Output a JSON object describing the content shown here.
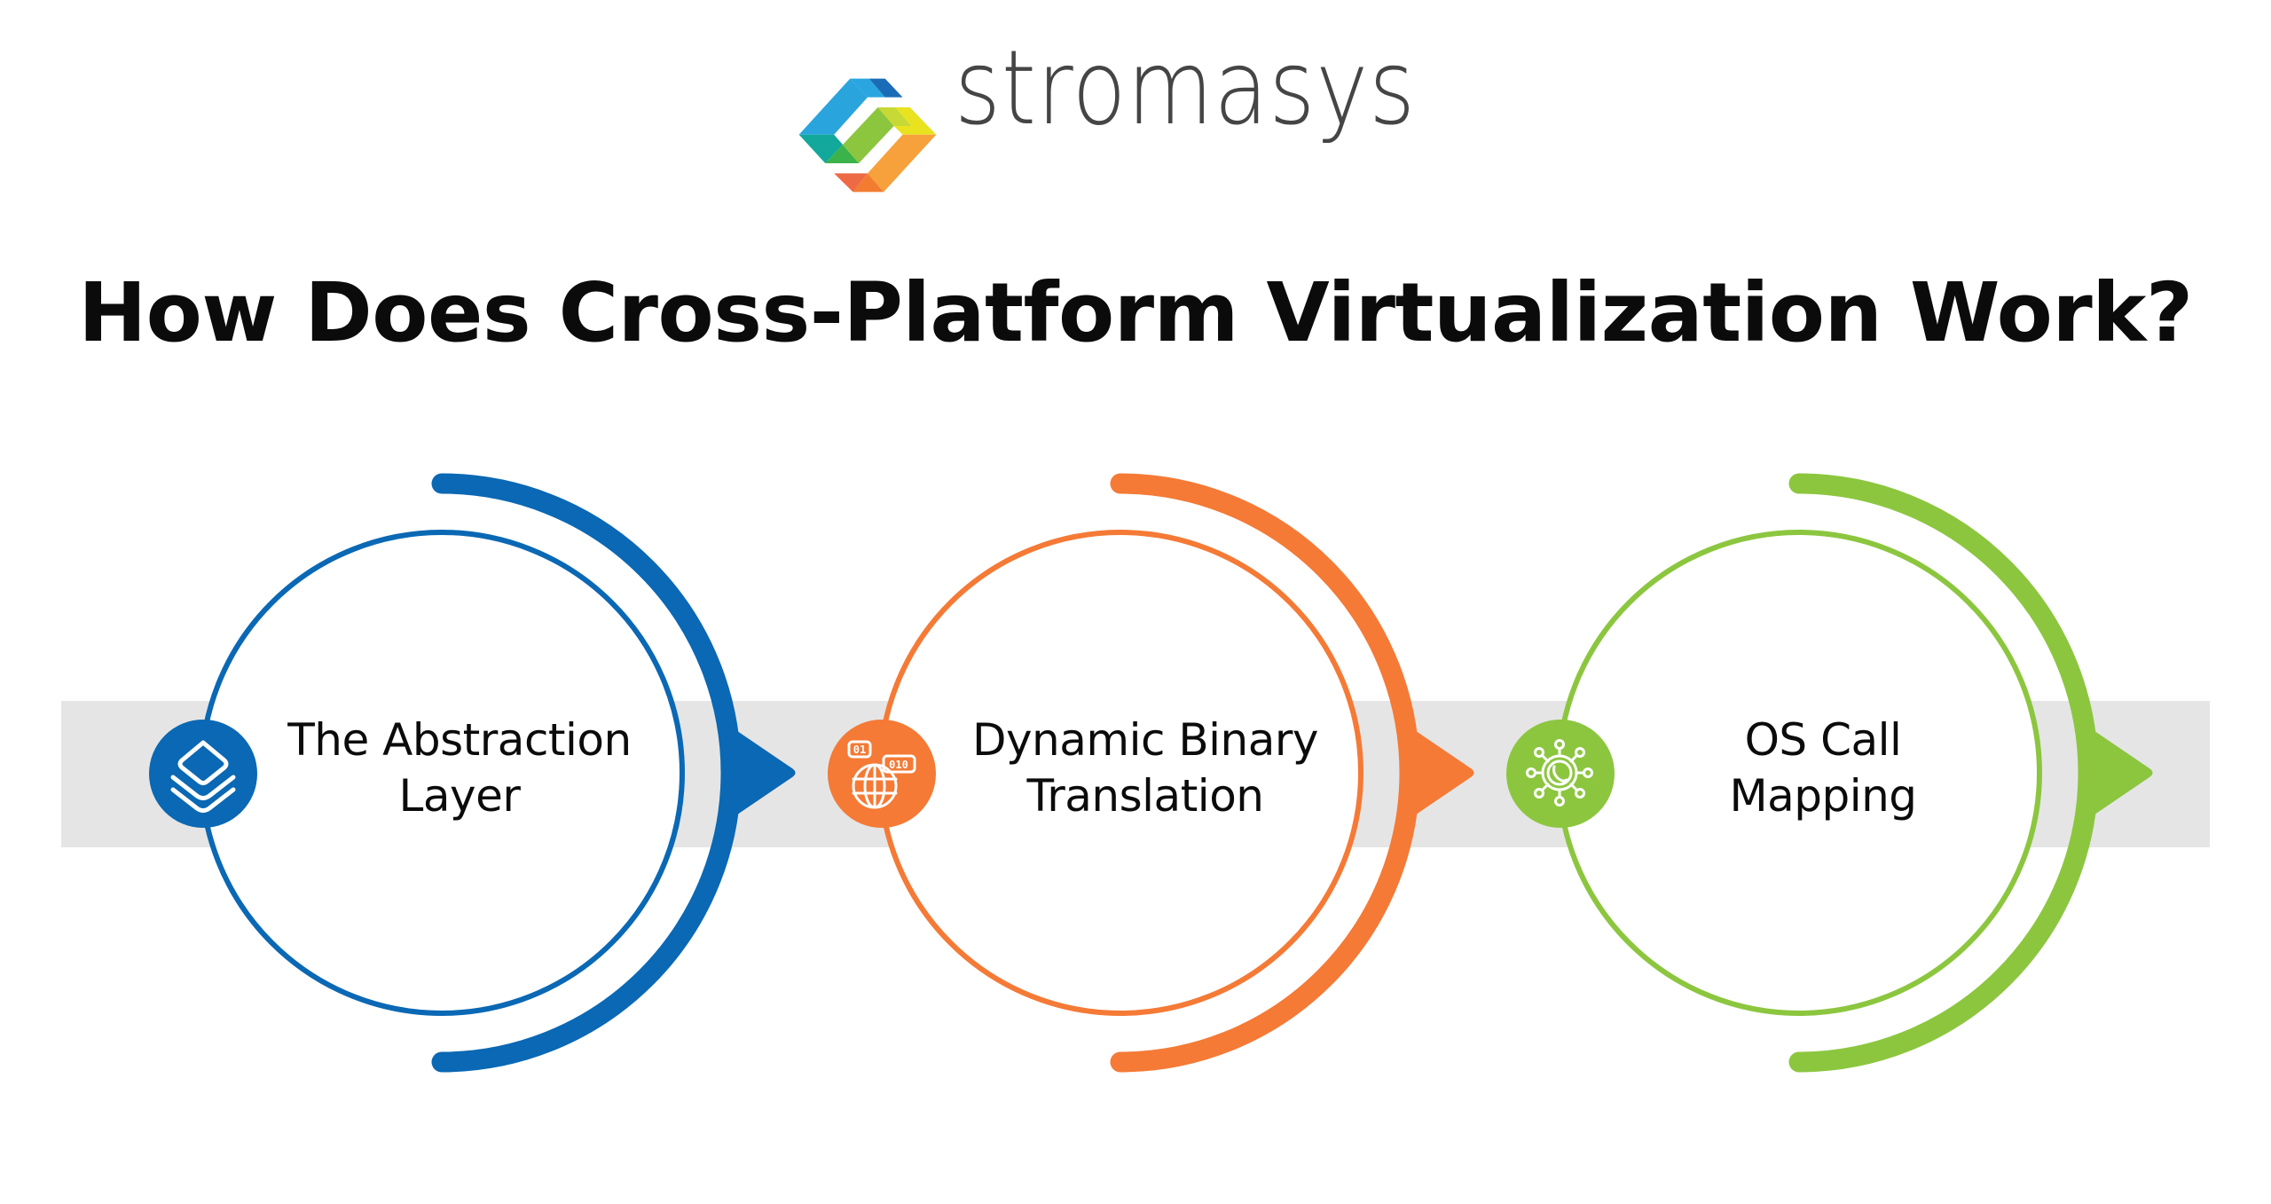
{
  "brand": {
    "name": "stromasys",
    "logo_icon": "stromasys-cube-logo-icon",
    "logo_colors": [
      "#29a6df",
      "#1b6cb6",
      "#12a89c",
      "#3bb34a",
      "#8cc63f",
      "#e8e224",
      "#f7a13c",
      "#ef6a3b"
    ]
  },
  "header": {
    "title": "How Does Cross-Platform Virtualization Work?"
  },
  "steps": [
    {
      "line1": "The Abstraction",
      "line2": "Layer",
      "icon": "layers-icon",
      "color": "#0a68b4"
    },
    {
      "line1": "Dynamic Binary",
      "line2": "Translation",
      "icon": "binary-globe-icon",
      "color": "#f47a36"
    },
    {
      "line1": "OS Call",
      "line2": "Mapping",
      "icon": "phone-network-icon",
      "color": "#8cc63f"
    }
  ],
  "band_color": "#e5e5e5"
}
